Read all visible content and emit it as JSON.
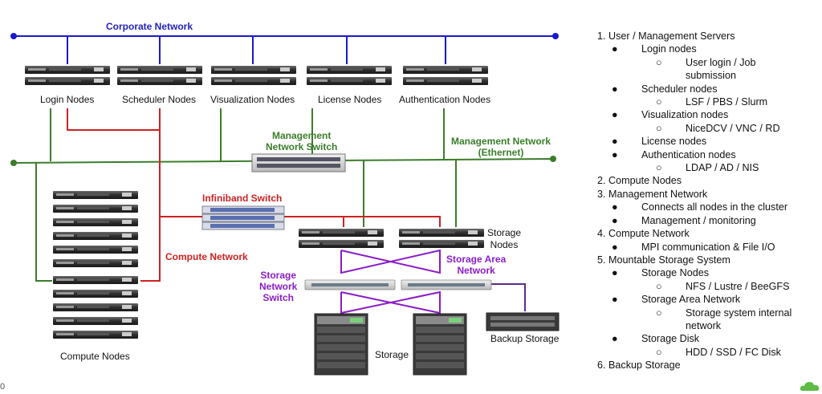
{
  "networks": {
    "corporate": "Corporate Network",
    "management_switch": [
      "Management",
      "Network Switch"
    ],
    "management_network": [
      "Management Network",
      "(Ethernet)"
    ],
    "infiniband": "Infiniband Switch",
    "compute": "Compute Network",
    "storage_switch": [
      "Storage",
      "Network",
      "Switch"
    ],
    "san": [
      "Storage Area",
      "Network"
    ]
  },
  "servers": {
    "login": "Login Nodes",
    "scheduler": "Scheduler Nodes",
    "visualization": "Visualization Nodes",
    "license": "License Nodes",
    "authentication": "Authentication Nodes",
    "compute": "Compute Nodes",
    "storage_nodes": [
      "Storage",
      "Nodes"
    ],
    "storage": "Storage",
    "backup": "Backup Storage"
  },
  "legend": [
    {
      "level": 0,
      "text": "1. User / Management Servers"
    },
    {
      "level": 1,
      "text": "Login nodes"
    },
    {
      "level": 2,
      "text": "User login / Job"
    },
    {
      "level": 2,
      "text": "submission",
      "cont": true
    },
    {
      "level": 1,
      "text": "Scheduler nodes"
    },
    {
      "level": 2,
      "text": "LSF / PBS / Slurm"
    },
    {
      "level": 1,
      "text": "Visualization nodes"
    },
    {
      "level": 2,
      "text": "NiceDCV / VNC / RD"
    },
    {
      "level": 1,
      "text": "License nodes"
    },
    {
      "level": 1,
      "text": "Authentication nodes"
    },
    {
      "level": 2,
      "text": "LDAP / AD / NIS"
    },
    {
      "level": 0,
      "text": "2. Compute Nodes"
    },
    {
      "level": 0,
      "text": "3. Management Network"
    },
    {
      "level": 1,
      "text": "Connects all nodes in the cluster"
    },
    {
      "level": 1,
      "text": "Management / monitoring"
    },
    {
      "level": 0,
      "text": "4. Compute Network"
    },
    {
      "level": 1,
      "text": "MPI communication & File I/O"
    },
    {
      "level": 0,
      "text": "5. Mountable Storage System"
    },
    {
      "level": 1,
      "text": "Storage Nodes"
    },
    {
      "level": 2,
      "text": "NFS / Lustre / BeeGFS"
    },
    {
      "level": 1,
      "text": "Storage Area Network"
    },
    {
      "level": 2,
      "text": "Storage system internal"
    },
    {
      "level": 2,
      "text": "network",
      "cont": true
    },
    {
      "level": 1,
      "text": "Storage Disk"
    },
    {
      "level": 2,
      "text": "HDD / SSD / FC Disk"
    },
    {
      "level": 0,
      "text": "6. Backup Storage"
    }
  ],
  "bullets": {
    "level1": "●",
    "level2": "○"
  },
  "slide_number": "0",
  "colors": {
    "corporate": "#1a1acc",
    "management": "#3a7d2a",
    "compute": "#cc2222",
    "san": "#8a1cc8",
    "backup_link": "#5a2c8c"
  },
  "icons": {
    "logo": "cloud-logo-icon",
    "server": "rack-server-icon",
    "switch": "network-switch-icon"
  }
}
